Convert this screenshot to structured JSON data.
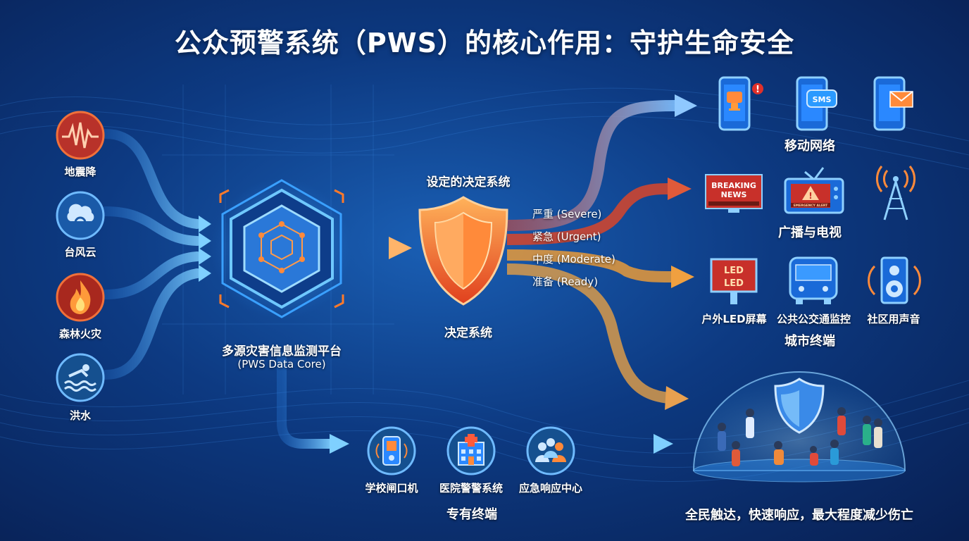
{
  "title": "公众预警系统（PWS）的核心作用：守护生命安全",
  "hazards": [
    {
      "label": "地震降",
      "icon": "earthquake-icon"
    },
    {
      "label": "台风云",
      "icon": "typhoon-icon"
    },
    {
      "label": "森林火灾",
      "icon": "fire-icon"
    },
    {
      "label": "洪水",
      "icon": "flood-icon"
    }
  ],
  "platform": {
    "label": "多源灾害信息监测平台",
    "sublabel": "(PWS Data Core)",
    "icon": "data-core-icon"
  },
  "decision": {
    "top_label": "设定的决定系统",
    "bottom_label": "决定系统",
    "icon": "shield-icon"
  },
  "levels": [
    {
      "label": "严重 (Severe)",
      "color": "#e04a3a"
    },
    {
      "label": "紧急 (Urgent)",
      "color": "#e8703a"
    },
    {
      "label": "中度 (Moderate)",
      "color": "#e89a3a"
    },
    {
      "label": "准备 (Ready)",
      "color": "#c8a04a"
    }
  ],
  "mobile": {
    "label": "移动网络",
    "sms_text": "SMS"
  },
  "broadcast": {
    "label": "广播与电视",
    "breaking_line1": "BREAKING",
    "breaking_line2": "NEWS",
    "tv_ticker": "EMERGENCY ALERT"
  },
  "city": {
    "label": "城市终端",
    "items": [
      "户外LED屏幕",
      "公共公交通监控",
      "社区用声音"
    ],
    "led_text_1": "LED",
    "led_text_2": "LED"
  },
  "dedicated": {
    "label": "专有终端",
    "items": [
      "学校闸口机",
      "医院警警系统",
      "应急响应中心"
    ]
  },
  "outcome": {
    "label": "全民触达，快速响应，最大程度减少伤亡"
  },
  "colors": {
    "accent_blue": "#4fb6ff",
    "shield_orange": "#f06a2a",
    "hazard_red": "#d8452a"
  }
}
